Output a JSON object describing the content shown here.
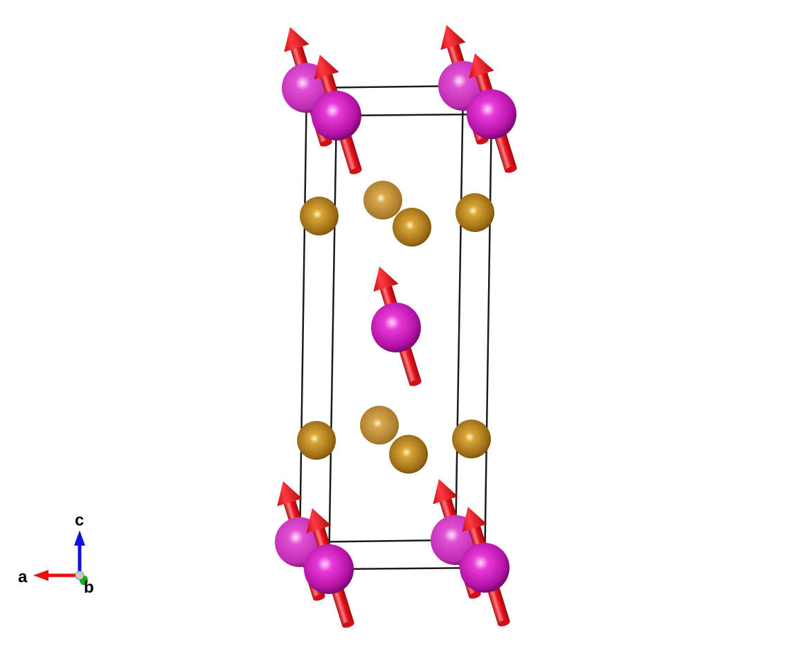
{
  "viewer": {
    "axes": {
      "a": "a",
      "b": "b",
      "c": "c"
    },
    "colors": {
      "background": "#ffffff",
      "magnetic_atom": "#d21fc4",
      "nonmagnetic_atom": "#b07a1c",
      "spin_arrow": "#e8141c",
      "cell_edge": "#1a1a1a",
      "axis_a": "#e81010",
      "axis_b": "#10b010",
      "axis_c": "#1010e0"
    },
    "structure": {
      "magnetic_atom_count": 9,
      "nonmagnetic_atom_count": 8,
      "spin_arrow_count": 9
    }
  }
}
